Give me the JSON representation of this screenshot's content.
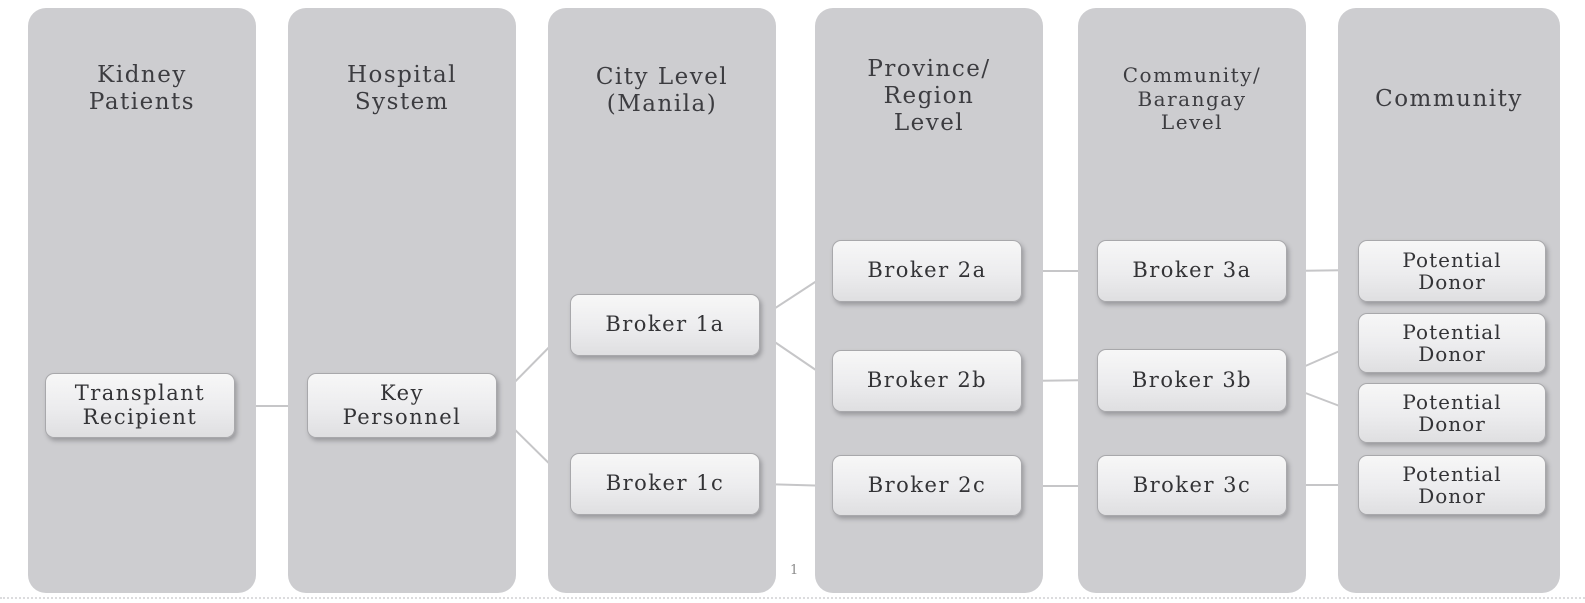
{
  "page": {
    "number": "1"
  },
  "colors": {
    "column_bg": "#cdcdd0",
    "node_fill_top": "#f7f7f7",
    "node_fill_bottom": "#dfdfe1",
    "node_border": "#a8a8ab",
    "connector": "#c6c6c8",
    "text": "#333336"
  },
  "columns": [
    {
      "title": "Kidney\nPatients",
      "nodes": [
        {
          "label": "Transplant\nRecipient"
        }
      ]
    },
    {
      "title": "Hospital\nSystem",
      "nodes": [
        {
          "label": "Key\nPersonnel"
        }
      ]
    },
    {
      "title": "City Level\n(Manila)",
      "nodes": [
        {
          "label": "Broker 1a"
        },
        {
          "label": "Broker 1c"
        }
      ]
    },
    {
      "title": "Province/\nRegion\nLevel",
      "nodes": [
        {
          "label": "Broker 2a"
        },
        {
          "label": "Broker 2b"
        },
        {
          "label": "Broker 2c"
        }
      ]
    },
    {
      "title": "Community/\nBarangay\nLevel",
      "nodes": [
        {
          "label": "Broker 3a"
        },
        {
          "label": "Broker 3b"
        },
        {
          "label": "Broker 3c"
        }
      ]
    },
    {
      "title": "Community",
      "nodes": [
        {
          "label": "Potential\nDonor"
        },
        {
          "label": "Potential\nDonor"
        },
        {
          "label": "Potential\nDonor"
        },
        {
          "label": "Potential\nDonor"
        }
      ]
    }
  ],
  "connections": [
    {
      "from": "Transplant Recipient",
      "to": "Key Personnel"
    },
    {
      "from": "Key Personnel",
      "to": "Broker 1a"
    },
    {
      "from": "Key Personnel",
      "to": "Broker 1c"
    },
    {
      "from": "Broker 1a",
      "to": "Broker 2a"
    },
    {
      "from": "Broker 1a",
      "to": "Broker 2b"
    },
    {
      "from": "Broker 1c",
      "to": "Broker 2c"
    },
    {
      "from": "Broker 2a",
      "to": "Broker 3a"
    },
    {
      "from": "Broker 2b",
      "to": "Broker 3b"
    },
    {
      "from": "Broker 2c",
      "to": "Broker 3c"
    },
    {
      "from": "Broker 3a",
      "to": "Potential Donor 1"
    },
    {
      "from": "Broker 3b",
      "to": "Potential Donor 2"
    },
    {
      "from": "Broker 3b",
      "to": "Potential Donor 3"
    },
    {
      "from": "Broker 3c",
      "to": "Potential Donor 4"
    }
  ]
}
